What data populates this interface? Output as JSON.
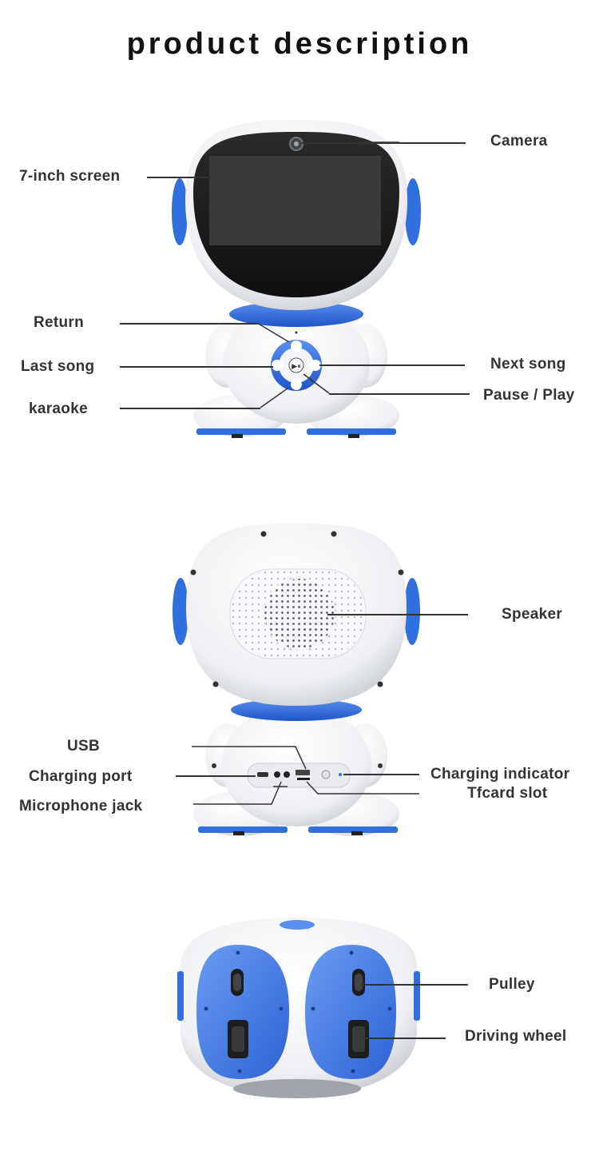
{
  "title": "product description",
  "front": {
    "labels": {
      "camera": "Camera",
      "screen": "7-inch screen",
      "return": "Return",
      "last_song": "Last song",
      "next_song": "Next song",
      "pause_play": "Pause / Play",
      "karaoke": "karaoke"
    }
  },
  "back": {
    "labels": {
      "speaker": "Speaker",
      "usb": "USB",
      "charging_port": "Charging port",
      "microphone_jack": "Microphone jack",
      "charging_indicator": "Charging indicator",
      "tfcard_slot": "Tfcard slot"
    }
  },
  "bottom": {
    "labels": {
      "pulley": "Pulley",
      "driving_wheel": "Driving wheel"
    }
  },
  "colors": {
    "accent_blue": "#2f6fe0",
    "body_white": "#f4f5f7",
    "screen_black": "#1a1a1a"
  }
}
